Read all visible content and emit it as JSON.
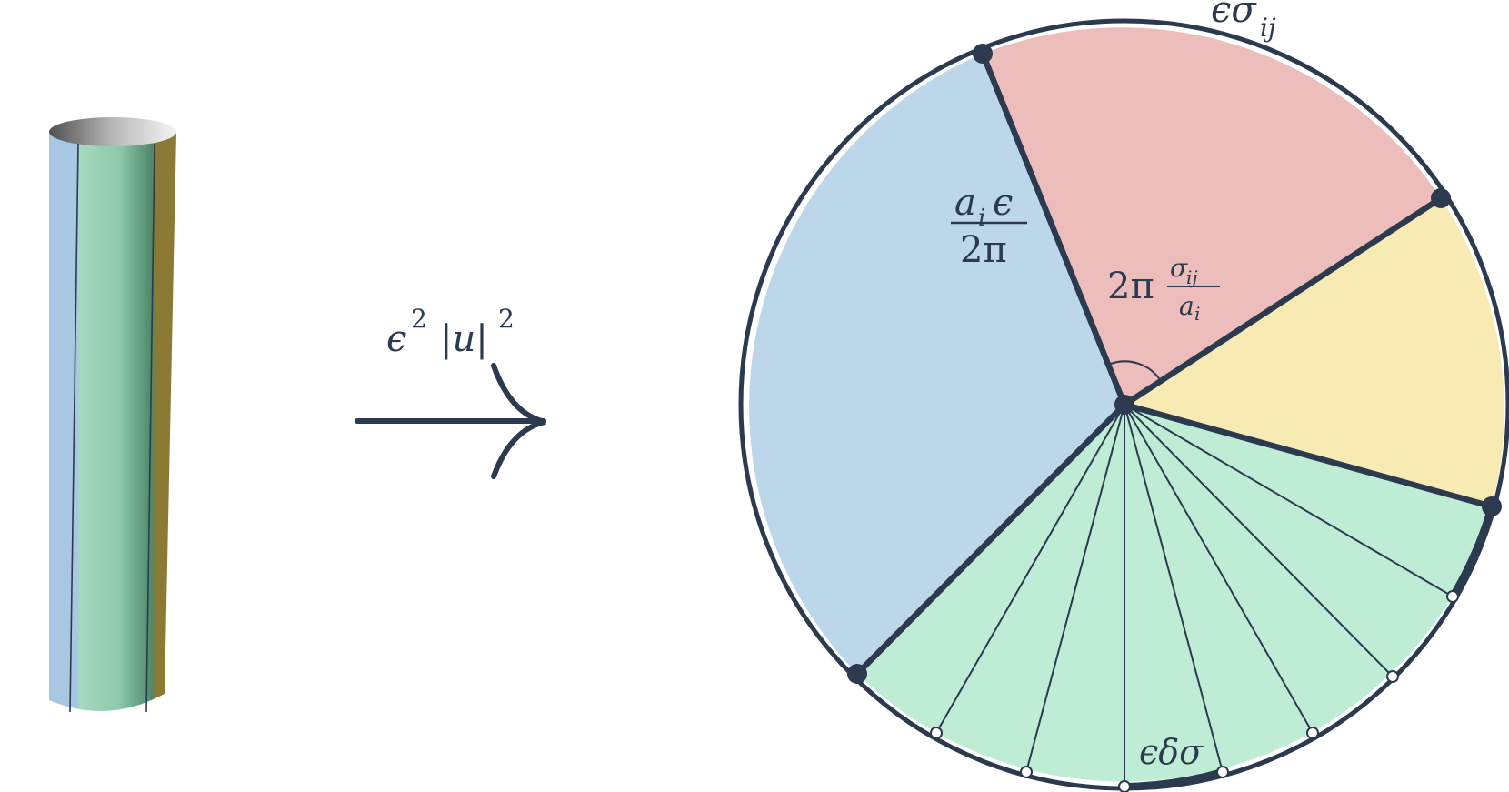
{
  "labels": {
    "map_base": "ϵ",
    "map_base_exp": "2",
    "map_abs": "|u|",
    "map_abs_exp": "2",
    "arc_label": "ϵσ",
    "arc_label_sub": "ij",
    "frac_num": "a",
    "frac_num_sub": "i",
    "frac_num_rest": "ϵ",
    "frac_den": "2π",
    "angle_prefix": "2π",
    "angle_num": "σ",
    "angle_num_sub": "ij",
    "angle_den": "a",
    "angle_den_sub": "i",
    "small_arc": "ϵδσ"
  },
  "colors": {
    "ink": "#2b3a4e",
    "blue_sector": "#bcd7ea",
    "red_sector": "#ecbdbb",
    "yellow_sector": "#f8eab3",
    "green_sector": "#bfecd4",
    "cyl_blue": "#a9c9e2",
    "cyl_green": "#9ed3b5",
    "cyl_dark_green": "#3f7a5e",
    "cyl_olive": "#8d7b36"
  }
}
